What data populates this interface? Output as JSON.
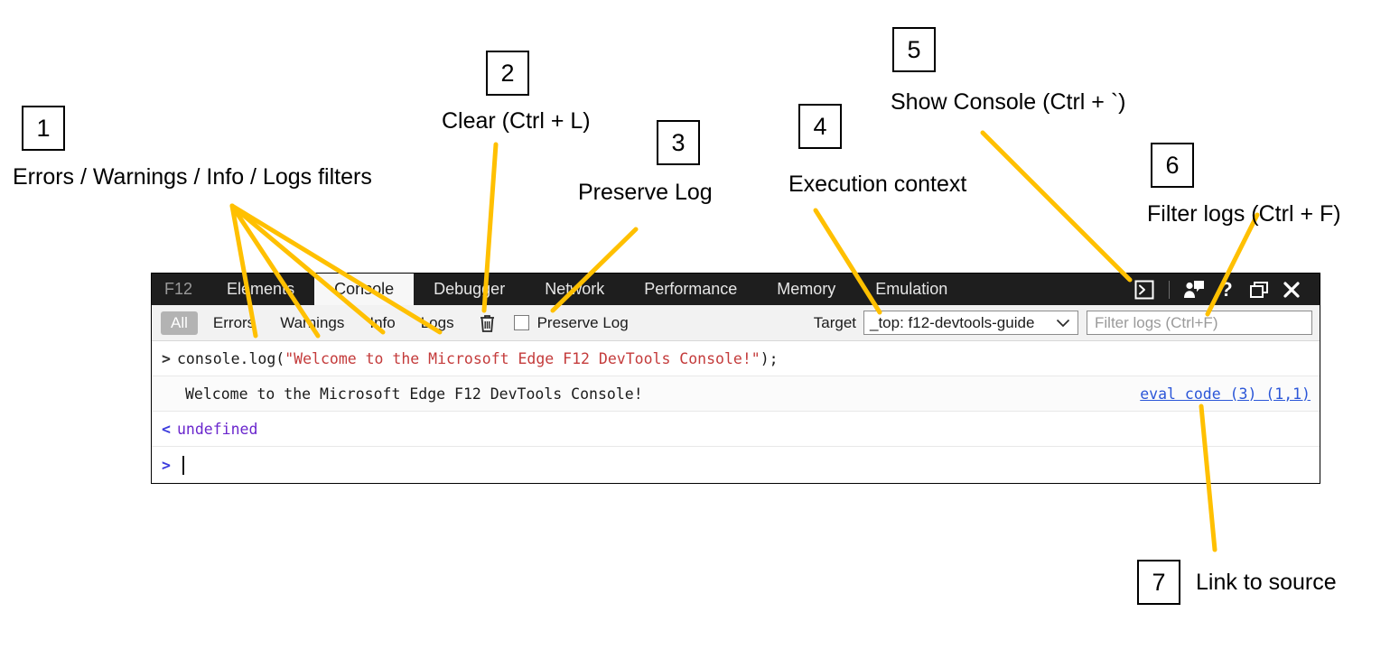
{
  "devtools": {
    "tabs": [
      {
        "label": "F12",
        "active": false,
        "muted": true
      },
      {
        "label": "Elements",
        "active": false
      },
      {
        "label": "Console",
        "active": true
      },
      {
        "label": "Debugger",
        "active": false
      },
      {
        "label": "Network",
        "active": false
      },
      {
        "label": "Performance",
        "active": false
      },
      {
        "label": "Memory",
        "active": false
      },
      {
        "label": "Emulation",
        "active": false
      }
    ],
    "title_icons": [
      {
        "name": "show-console-icon",
        "glyph": "console-box"
      },
      {
        "name": "send-feedback-icon",
        "glyph": "person-speech"
      },
      {
        "name": "help-icon",
        "glyph": "?"
      },
      {
        "name": "undock-window-icon",
        "glyph": "restore"
      },
      {
        "name": "close-icon",
        "glyph": "X"
      }
    ],
    "filterbar": {
      "filters": [
        {
          "label": "All",
          "selected": true
        },
        {
          "label": "Errors",
          "selected": false
        },
        {
          "label": "Warnings",
          "selected": false
        },
        {
          "label": "Info",
          "selected": false
        },
        {
          "label": "Logs",
          "selected": false
        }
      ],
      "clear_icon": "trash-icon",
      "preserve_log_label": "Preserve Log",
      "preserve_log_checked": false,
      "target_label": "Target",
      "target_value": "_top: f12-devtools-guide",
      "filter_placeholder": "Filter logs (Ctrl+F)"
    },
    "console": {
      "input_line": {
        "gutter": ">",
        "code_before": "console.log(",
        "code_string": "\"Welcome to the Microsoft Edge F12 DevTools Console!\"",
        "code_after": ");"
      },
      "output_line": {
        "text": "Welcome to the Microsoft Edge F12 DevTools Console!",
        "source_link": "eval code (3) (1,1)"
      },
      "result_line": {
        "gutter": "<",
        "value": "undefined"
      },
      "prompt": {
        "gutter": ">",
        "value": ""
      }
    }
  },
  "annotations": {
    "accent_color": "#FFC000",
    "items": [
      {
        "num": "1",
        "label": "Errors / Warnings / Info / Logs filters"
      },
      {
        "num": "2",
        "label": "Clear (Ctrl + L)"
      },
      {
        "num": "3",
        "label": "Preserve Log"
      },
      {
        "num": "4",
        "label": "Execution context"
      },
      {
        "num": "5",
        "label": "Show Console (Ctrl + `)"
      },
      {
        "num": "6",
        "label": "Filter logs (Ctrl + F)"
      },
      {
        "num": "7",
        "label": "Link to source"
      }
    ]
  }
}
